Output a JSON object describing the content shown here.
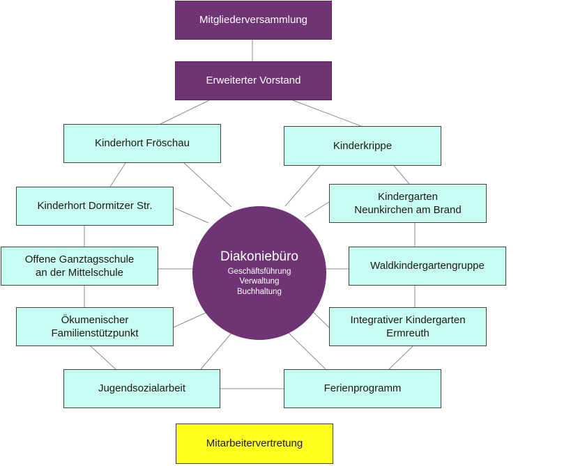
{
  "header": {
    "assembly": "Mitgliederversammlung",
    "board": "Erweiterter Vorstand"
  },
  "center": {
    "title": "Diakoniebüro",
    "lines": [
      "Geschäftsführung",
      "Verwaltung",
      "Buchhaltung"
    ]
  },
  "units": {
    "kinderhort_froeschau": "Kinderhort Fröschau",
    "kinderkrippe": "Kinderkrippe",
    "kinderhort_dormitzer": "Kinderhort Dormitzer Str.",
    "kindergarten_neunkirchen": "Kindergarten\nNeunkirchen am Brand",
    "ganztagsschule": "Offene Ganztagsschule\nan der Mittelschule",
    "waldkindergarten": "Waldkindergartengruppe",
    "familienstuetzpunkt": "Ökumenischer\nFamilienstützpunkt",
    "integrativer_kindergarten": "Integrativer Kindergarten\nErmreuth",
    "jugendsozialarbeit": "Jugendsozialarbeit",
    "ferienprogramm": "Ferienprogramm"
  },
  "footer": {
    "staff_council": "Mitarbeitervertretung"
  },
  "colors": {
    "purple": "#6f3474",
    "teal": "#c8fbf1",
    "yellow": "#ffff1e",
    "line": "#808080"
  }
}
